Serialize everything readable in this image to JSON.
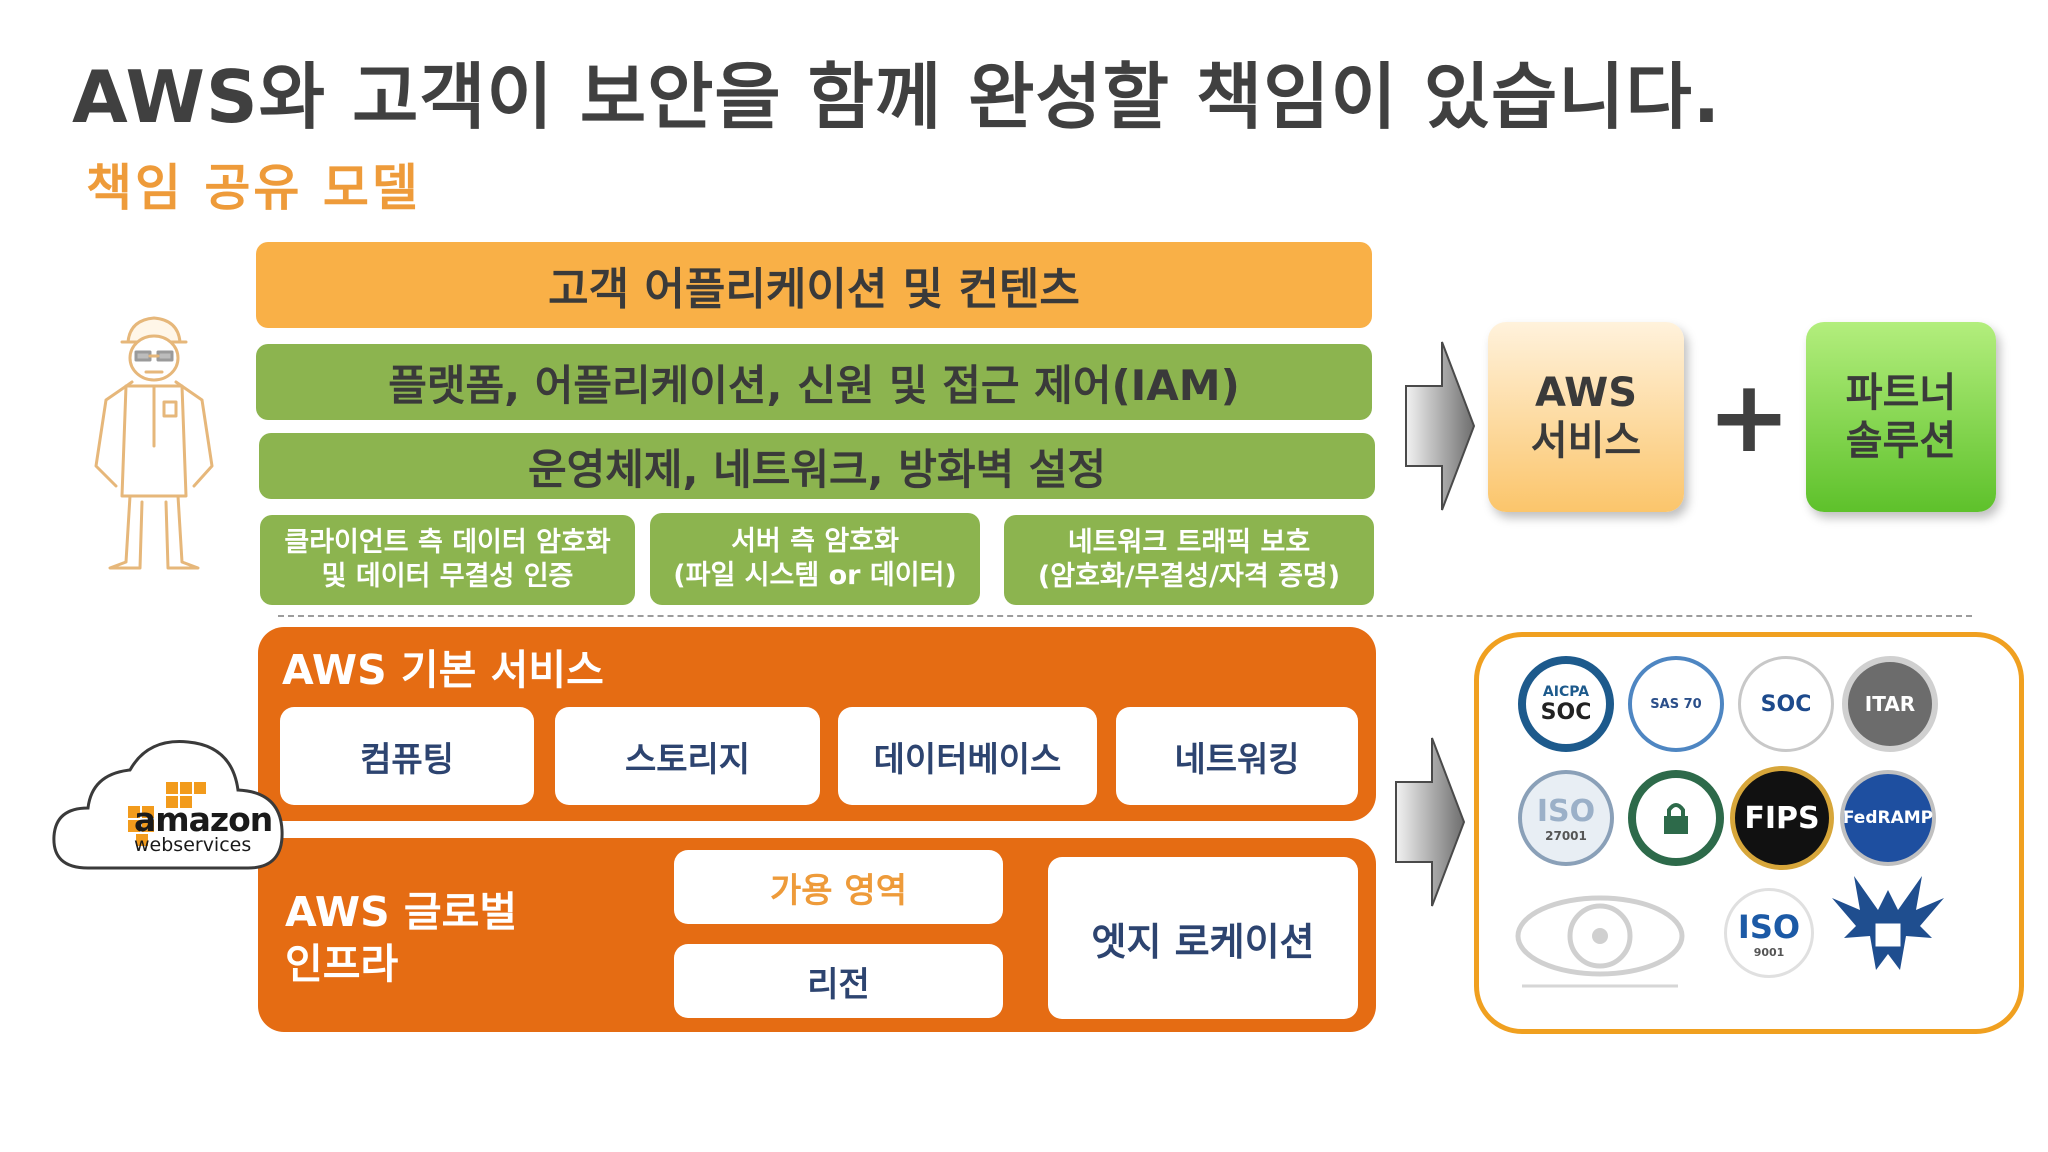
{
  "title": "AWS와 고객이 보안을 함께 완성할 책임이 있습니다.",
  "subtitle": "책임 공유 모델",
  "customer_layer": {
    "top_bar": "고객 어플리케이션 및 컨텐츠",
    "platform_bar": "플랫폼, 어플리케이션, 신원 및 접근 제어(IAM)",
    "os_bar": "운영체제, 네트워크, 방화벽 설정",
    "tiles": [
      {
        "line1": "클라이언트 측 데이터 암호화",
        "line2": "및 데이터 무결성 인증"
      },
      {
        "line1": "서버 측 암호화",
        "line2": "(파일 시스템 or 데이터)"
      },
      {
        "line1": "네트워크 트래픽 보호",
        "line2": "(암호화/무결성/자격 증명)"
      }
    ]
  },
  "aws_layer": {
    "foundation_label": "AWS 기본 서비스",
    "foundation_items": [
      "컴퓨팅",
      "스토리지",
      "데이터베이스",
      "네트워킹"
    ],
    "infra_label_line1": "AWS 글로벌",
    "infra_label_line2": "인프라",
    "infra_availability_zone": "가용 영역",
    "infra_region": "리전",
    "infra_edge": "엣지 로케이션"
  },
  "aws_logo": {
    "word1": "amazon",
    "word2": "webservices"
  },
  "right_cards": {
    "aws_line1": "AWS",
    "aws_line2": "서비스",
    "plus": "+",
    "partner_line1": "파트너",
    "partner_line2": "솔루션"
  },
  "certifications": {
    "aicpa_top": "AICPA",
    "aicpa_soc": "SOC",
    "sas": "SAS 70",
    "soc": "SOC",
    "itar": "ITAR",
    "iso": "ISO",
    "iso_num": "27001",
    "fips": "FIPS",
    "fedramp": "FedRAMP",
    "iso9001": "ISO",
    "iso9001_num": "9001"
  },
  "colors": {
    "title_text": "#404040",
    "subtitle_orange": "#ee9b3a",
    "bar_orange": "#f9b047",
    "bar_green": "#8cb44f",
    "panel_orange": "#e56c13",
    "card_border": "#f0a020",
    "navy_text": "#2d4470"
  }
}
